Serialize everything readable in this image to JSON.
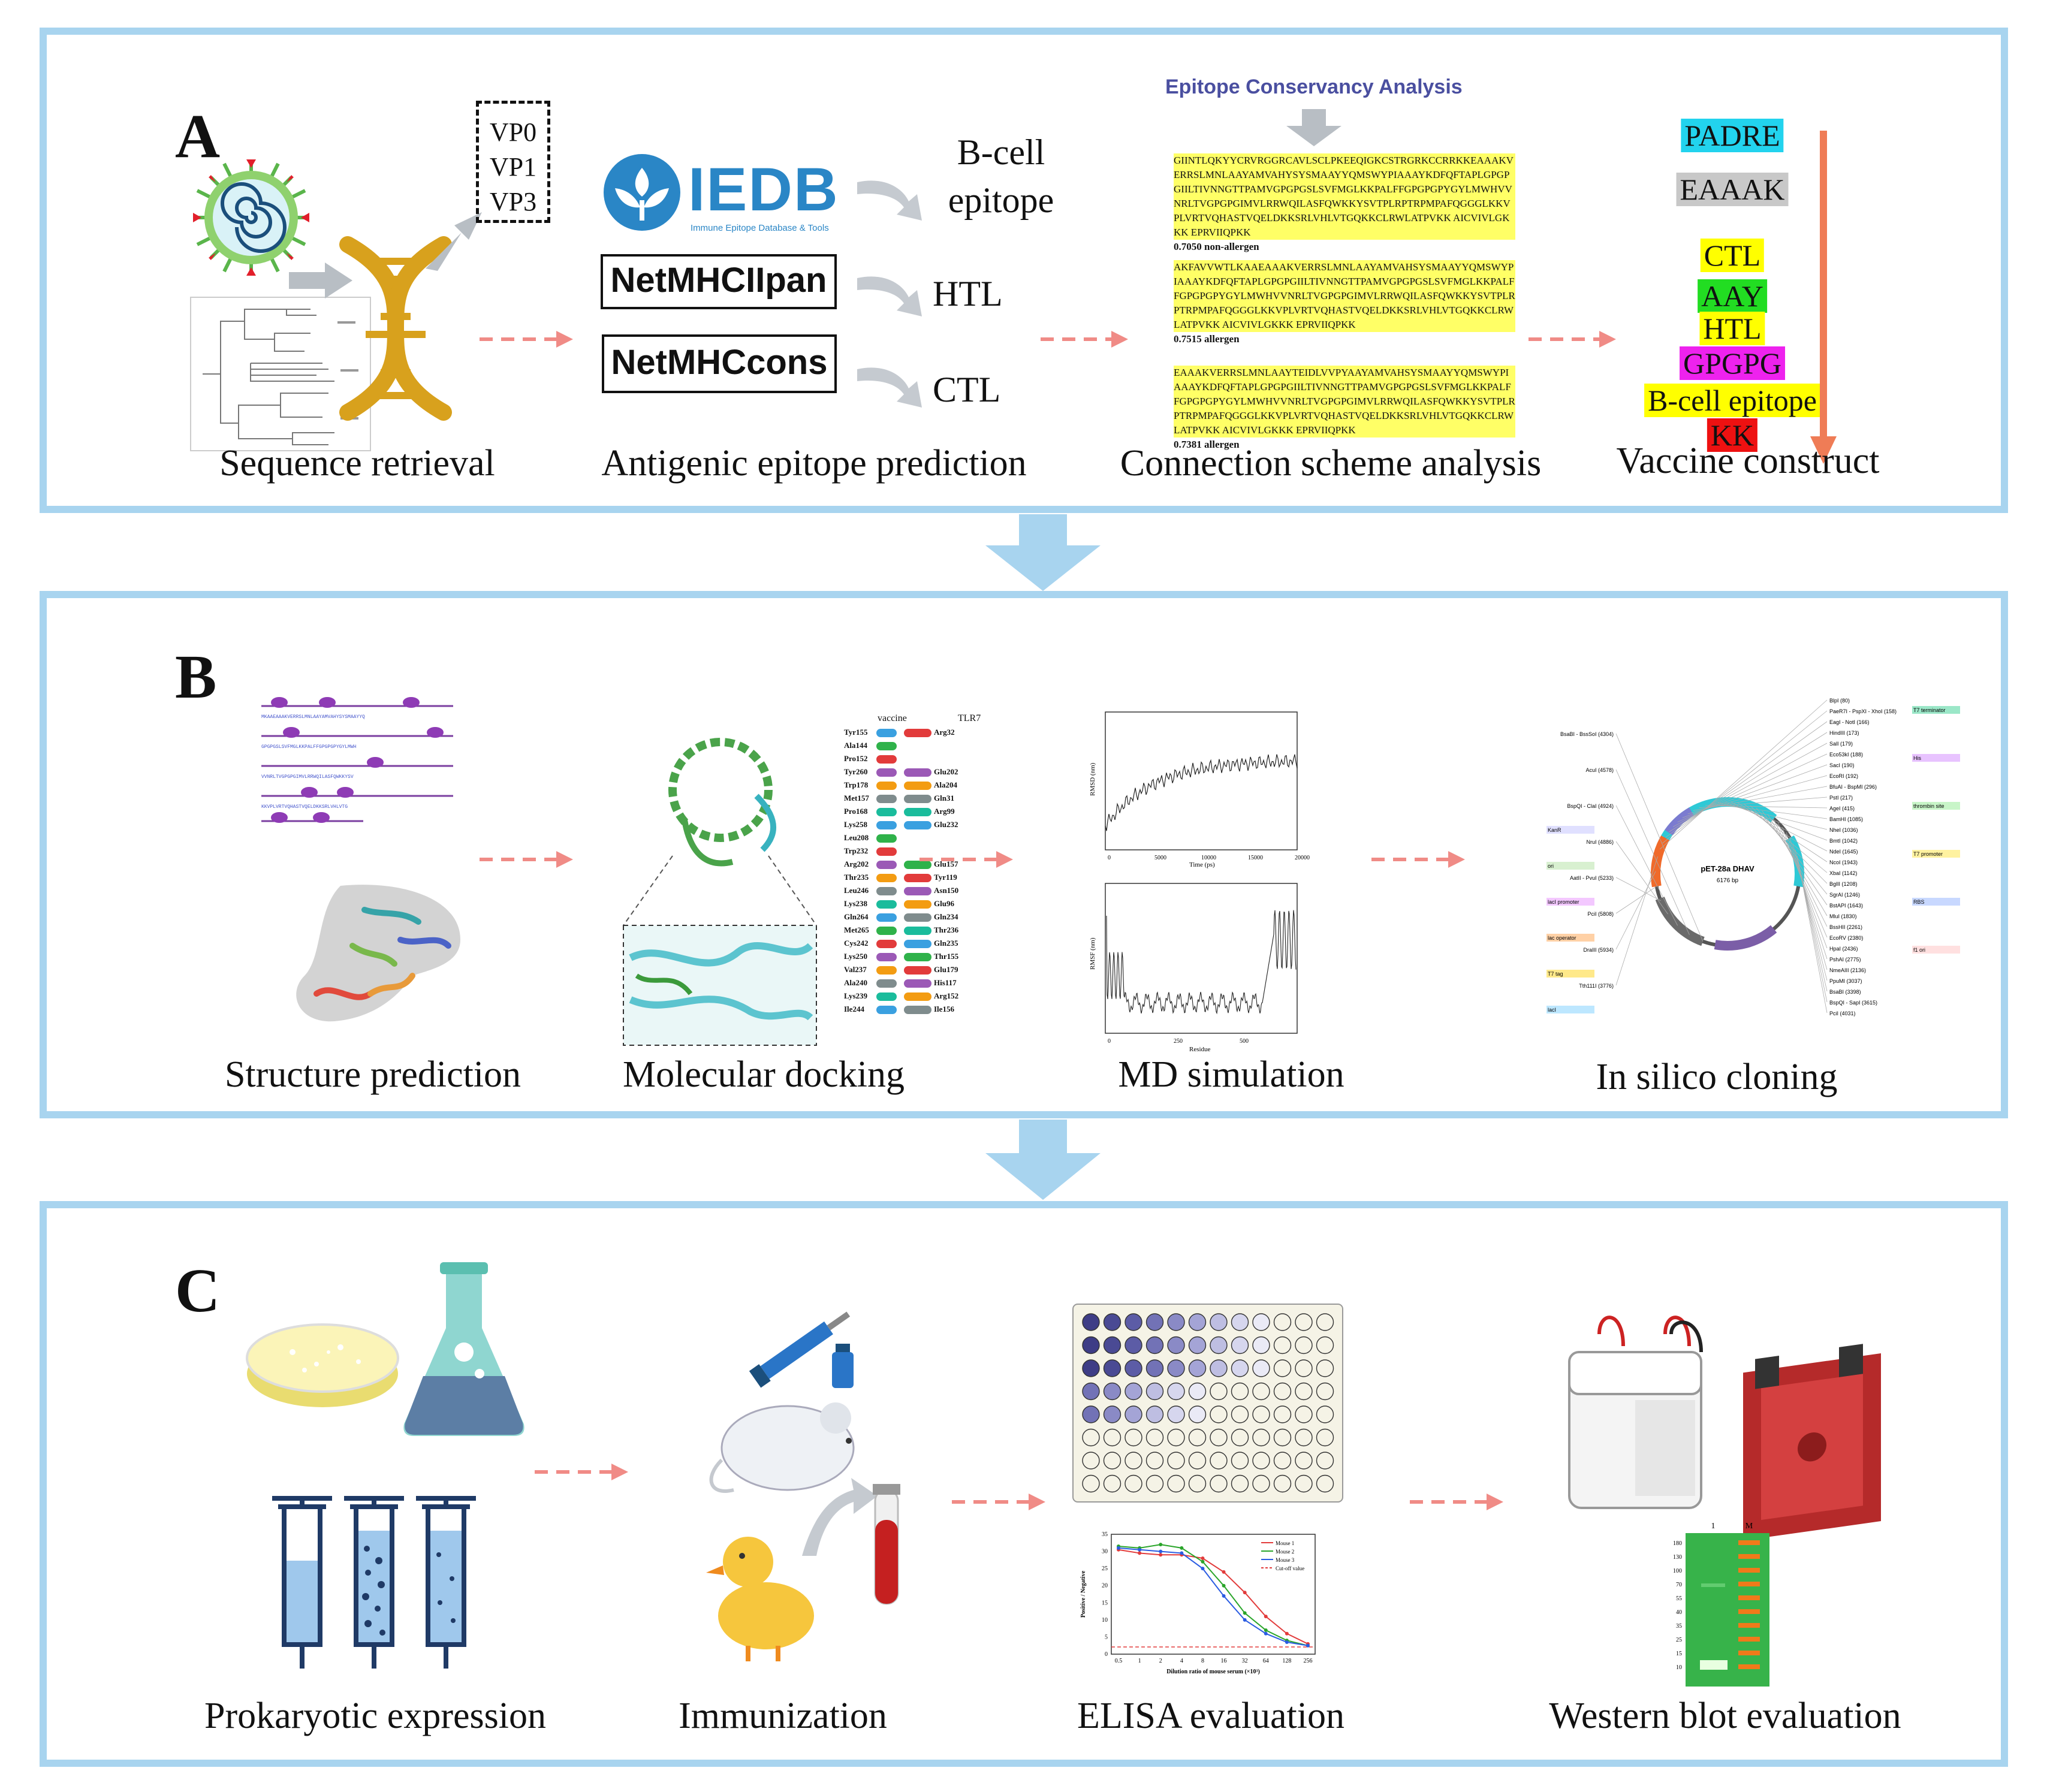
{
  "panels": {
    "a": {
      "label": "A",
      "genes": [
        "VP0",
        "VP1",
        "VP3"
      ],
      "iedb": {
        "name": "IEDB",
        "subtitle": "Immune Epitope Database & Tools"
      },
      "tools": [
        "NetMHCIIpan",
        "NetMHCcons"
      ],
      "outputs": [
        "B-cell epitope",
        "HTL",
        "CTL"
      ],
      "conservancy_title": "Epitope Conservancy Analysis",
      "seq_blocks": [
        {
          "text": "GIINTLQKYYCRVRGGRCAVLSCLPKEEQIGKCSTRGRKCCRRKKEAAAKVERRSLMNLAAYAMVAHYSYSMAAYYQMSWYPIAAAYKDFQFTAPLGPGPGIILTIVNNGTTPAMVGPGPGSLSVFMGLKKPALFFGPGPGPYGYLMWHVVNRLTVGPGPGIMVLRRWQILASFQWKKYSVTPLRPTRPMPAFQGGGLKKVPLVRTVQHASTVQELDKKSRLVHLVTGQKKCLRWLATPVKK AICVIVLGKKK EPRVIIQPKK",
          "score": "0.7050",
          "result": "non-allergen"
        },
        {
          "text": "AKFAVVWTLKAAEAAAKVERRSLMNLAAYAMVAHSYSMAAYYQMSWYPIAAAYKDFQFTAPLGPGPGIILTIVNNGTTPAMVGPGPGSLSVFMGLKKPALFFGPGPGPYGYLMWHVVNRLTVGPGPGIMVLRRWQILASFQWKKYSVTPLRPTRPMPAFQGGGLKKVPLVRTVQHASTVQELDKKSRLVHLVTGQKKCLRWLATPVKK AICVIVLGKKK EPRVIIQPKK",
          "score": "0.7515",
          "result": "allergen"
        },
        {
          "text": "EAAAKVERRSLMNLAAYTEIDLVVPYAAYAMVAHSYSMAAYYQMSWYPIAAAYKDFQFTAPLGPGPGIILTIVNNGTTPAMVGPGPGSLSVFMGLKKPALFFGPGPGPYGYLMWHVVNRLTVGPGPGIMVLRRWQILASFQWKKYSVTPLRPTRPMPAFQGGGLKKVPLVRTVQHASTVQELDKKSRLVHLVTGQKKCLRWLATPVKK AICVIVLGKKK EPRVIIQPKK",
          "score": "0.7381",
          "result": "allergen"
        }
      ],
      "vaccine": [
        {
          "label": "PADRE",
          "color": "#22d3ee"
        },
        {
          "label": "EAAAK",
          "color": "#c8c8c8"
        },
        {
          "label": "CTL",
          "color": "#ffff00"
        },
        {
          "label": "AAY",
          "color": "#22dd22"
        },
        {
          "label": "HTL",
          "color": "#ffff00"
        },
        {
          "label": "GPGPG",
          "color": "#ee22ee"
        },
        {
          "label": "B-cell epitope",
          "color": "#ffff00"
        },
        {
          "label": "KK",
          "color": "#ee1111"
        }
      ],
      "captions": [
        "Sequence retrieval",
        "Antigenic epitope prediction",
        "Connection scheme analysis",
        "Vaccine construct"
      ]
    },
    "b": {
      "label": "B",
      "docking_headers": [
        "vaccine",
        "TLR7"
      ],
      "docking_left": [
        "Tyr155",
        "Ala144",
        "Pro152",
        "Tyr260",
        "Trp178",
        "Met157",
        "Pro168",
        "Lys258",
        "Leu208",
        "Trp232",
        "Arg202",
        "Thr235",
        "Leu246",
        "Lys238",
        "Gln264",
        "Met265",
        "Cys242",
        "Lys250",
        "Val237",
        "Ala240",
        "Lys239",
        "Ile244"
      ],
      "docking_right": [
        "Arg32",
        "Glu202",
        "Ala204",
        "Gln31",
        "Arg99",
        "Glu232",
        "Glu157",
        "Tyr119",
        "Asn150",
        "Glu96",
        "Gln234",
        "Thr236",
        "Gln235",
        "Thr155",
        "Glu179",
        "His117",
        "Arg152",
        "Ile156"
      ],
      "rmsd": {
        "ylabel": "RMSD (nm)",
        "xlabel": "Time (ps)",
        "xticks": [
          "0",
          "5000",
          "10000",
          "15000",
          "20000"
        ]
      },
      "rmsf": {
        "ylabel": "RMSF (nm)",
        "xlabel": "Residue",
        "xticks": [
          "0",
          "250",
          "500"
        ]
      },
      "plasmid": {
        "name": "pET-28a DHAV",
        "size": "6176 bp",
        "sites": [
          "BlpI (80)",
          "PaeR7I - PspXI - XhoI (158)",
          "EagI - NotI (166)",
          "HindIII (173)",
          "SalI (179)",
          "Eco53kI (188)",
          "SacI (190)",
          "EcoRI (192)",
          "BfuAI - BspMI (296)",
          "PstI (217)",
          "AgeI (415)",
          "BamHI (1085)",
          "NheI (1036)",
          "BmtI (1042)",
          "NdeI (1645)",
          "NcoI (1943)",
          "XbaI (1142)",
          "BglII (1208)",
          "SgrAI (1246)",
          "BstAPI (1643)",
          "MluI (1830)",
          "BssHII (2261)",
          "EcoRV (2380)",
          "HpaI (2436)",
          "PshAI (2775)",
          "NmeAIII (2136)",
          "PpuMI (3037)",
          "BsaBI (3398)",
          "BspQI - SapI (3615)",
          "PciI (4031)",
          "BsaBI - BssSoI (4304)",
          "AcuI (4578)",
          "BspQI - ClaI (4924)",
          "NruI (4886)",
          "AatII - PvuI (5233)",
          "PciI (5808)",
          "DraIII (5934)",
          "Tth111I (3776)"
        ],
        "features": [
          "T7 terminator",
          "lacI",
          "His",
          "T7 tag",
          "thrombin site",
          "lac operator",
          "T7 promoter",
          "lacI promoter",
          "RBS",
          "ori",
          "f1 ori",
          "KanR"
        ]
      },
      "captions": [
        "Structure prediction",
        "Molecular docking",
        "MD simulation",
        "In silico cloning"
      ]
    },
    "c": {
      "label": "C",
      "elisa": {
        "legend": [
          "Mouse 1",
          "Mouse 2",
          "Mouse 3",
          "Cut-off value"
        ],
        "xticks": [
          "0.5",
          "1",
          "2",
          "4",
          "8",
          "16",
          "32",
          "64",
          "128",
          "256"
        ],
        "xlabel": "Dilution ratio of mouse serum (×10³)",
        "ylabel": "Positive / Negative",
        "yticks": [
          "0",
          "5",
          "10",
          "15",
          "20",
          "25",
          "30",
          "35"
        ]
      },
      "western": {
        "lanes": [
          "1",
          "M"
        ],
        "markers": [
          "180",
          "130",
          "100",
          "70",
          "55",
          "40",
          "35",
          "25",
          "15",
          "10"
        ]
      },
      "captions": [
        "Prokaryotic expression",
        "Immunization",
        "ELISA evaluation",
        "Western blot evaluation"
      ]
    }
  }
}
